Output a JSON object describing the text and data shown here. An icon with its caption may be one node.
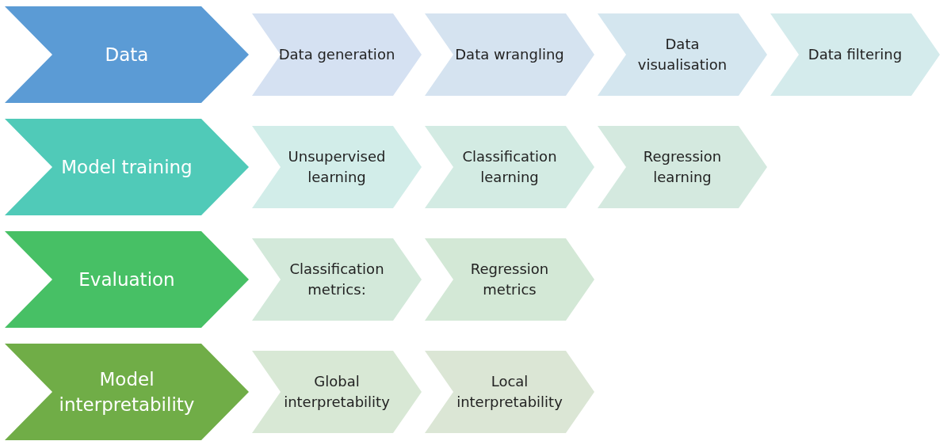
{
  "diagram": {
    "nodes": [
      {
        "text": [
          "Data"
        ]
      },
      {
        "text": [
          "Data generation"
        ]
      },
      {
        "text": [
          "Data wrangling"
        ]
      },
      {
        "text": [
          "Data visualisation"
        ]
      },
      {
        "text": [
          "Data filtering"
        ]
      },
      {
        "text": [
          "Model training"
        ]
      },
      {
        "text": [
          "Unsupervised learning"
        ]
      },
      {
        "text": [
          "Classification learning"
        ]
      },
      {
        "text": [
          "Regression learning"
        ]
      },
      {
        "text": [
          "Evaluation"
        ]
      },
      {
        "text": [
          "Classification metrics:"
        ]
      },
      {
        "text": [
          "Regression metrics"
        ]
      },
      {
        "text": [
          "Model interpretability"
        ]
      },
      {
        "text": [
          "Global interpretability"
        ]
      },
      {
        "text": [
          "Local interpretability"
        ]
      }
    ]
  }
}
